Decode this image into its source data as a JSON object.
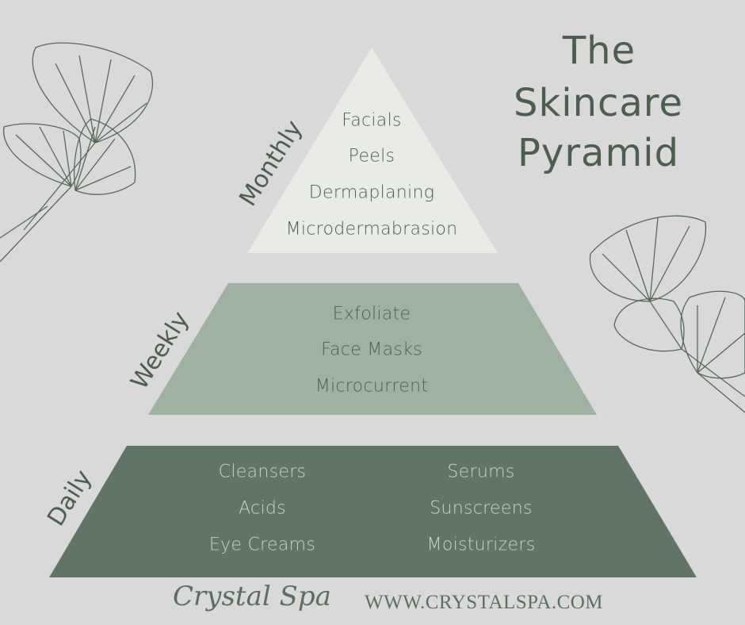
{
  "title": {
    "line1": "The",
    "line2": "Skincare",
    "line3": "Pyramid"
  },
  "colors": {
    "background": "#d9d9d9",
    "monthly": "#e9ebe6",
    "weekly": "#9fb2a1",
    "daily": "#617567",
    "text": "#4b5e50"
  },
  "tiers": {
    "monthly": {
      "label": "Monthly",
      "items": [
        "Facials",
        "Peels",
        "Dermaplaning",
        "Microdermabrasion"
      ]
    },
    "weekly": {
      "label": "Weekly",
      "items": [
        "Exfoliate",
        "Face Masks",
        "Microcurrent"
      ]
    },
    "daily": {
      "label": "Daily",
      "left_items": [
        "Cleansers",
        "Acids",
        "Eye Creams"
      ],
      "right_items": [
        "Serums",
        "Sunscreens",
        "Moisturizers"
      ]
    }
  },
  "footer": {
    "brand": "Crystal Spa",
    "url": "WWW.CRYSTALSPA.COM"
  },
  "decorations": [
    "ginkgo-leaf-icon"
  ]
}
